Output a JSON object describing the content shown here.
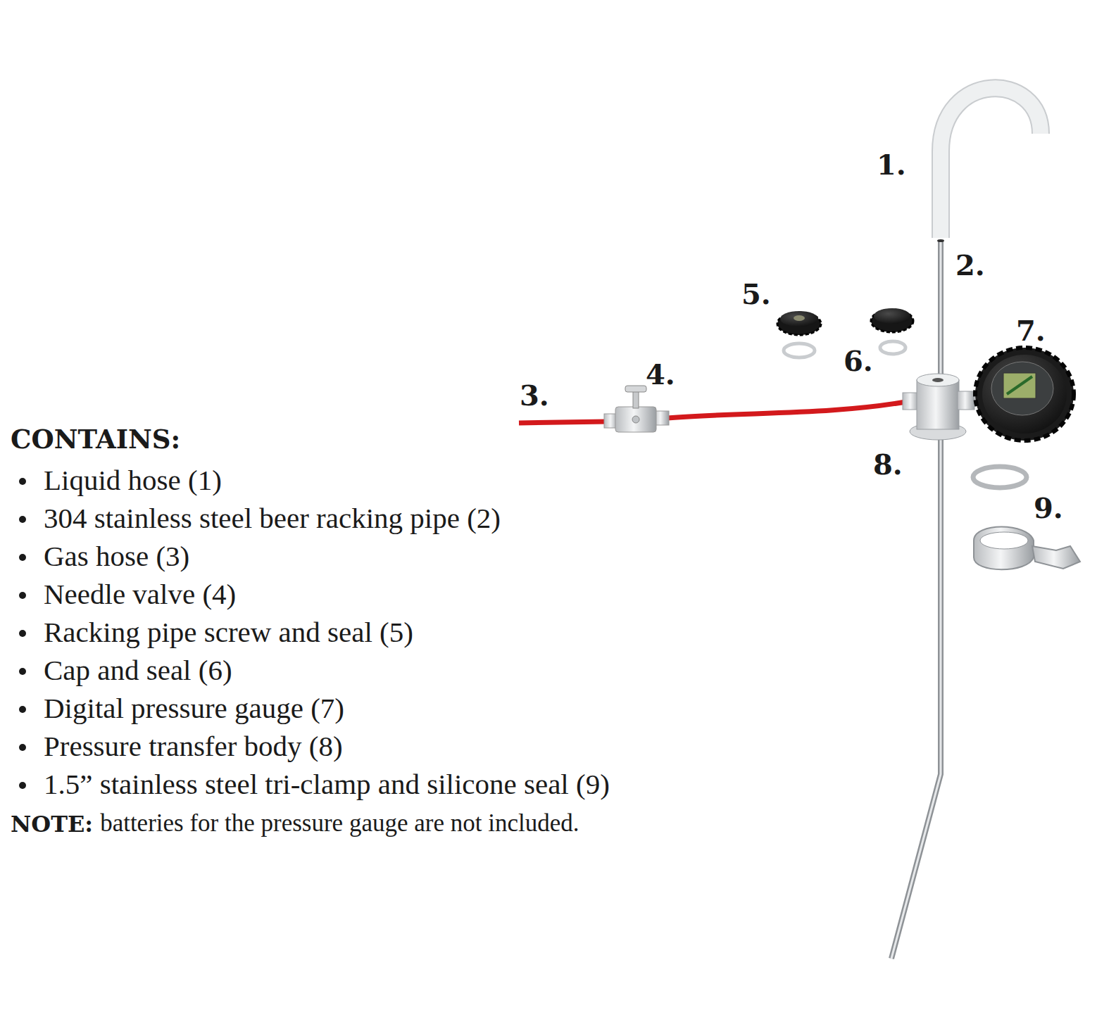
{
  "diagram": {
    "labels": [
      "1.",
      "2.",
      "5.",
      "6.",
      "7.",
      "3.",
      "4.",
      "8.",
      "9.",
      "CONTAINS:",
      "Liquid hose (1)",
      "304 stainless steel beer racking pipe (2)",
      "Gas hose (3)",
      "Needle valve (4)",
      "Racking pipe screw and seal (5)",
      "Cap and seal (6)",
      "Digital pressure gauge (7)",
      "Pressure transfer body (8)",
      "1.5” stainless steel tri-clamp and silicone seal (9)",
      "NOTE:",
      "batteries for the pressure gauge are not included."
    ]
  }
}
